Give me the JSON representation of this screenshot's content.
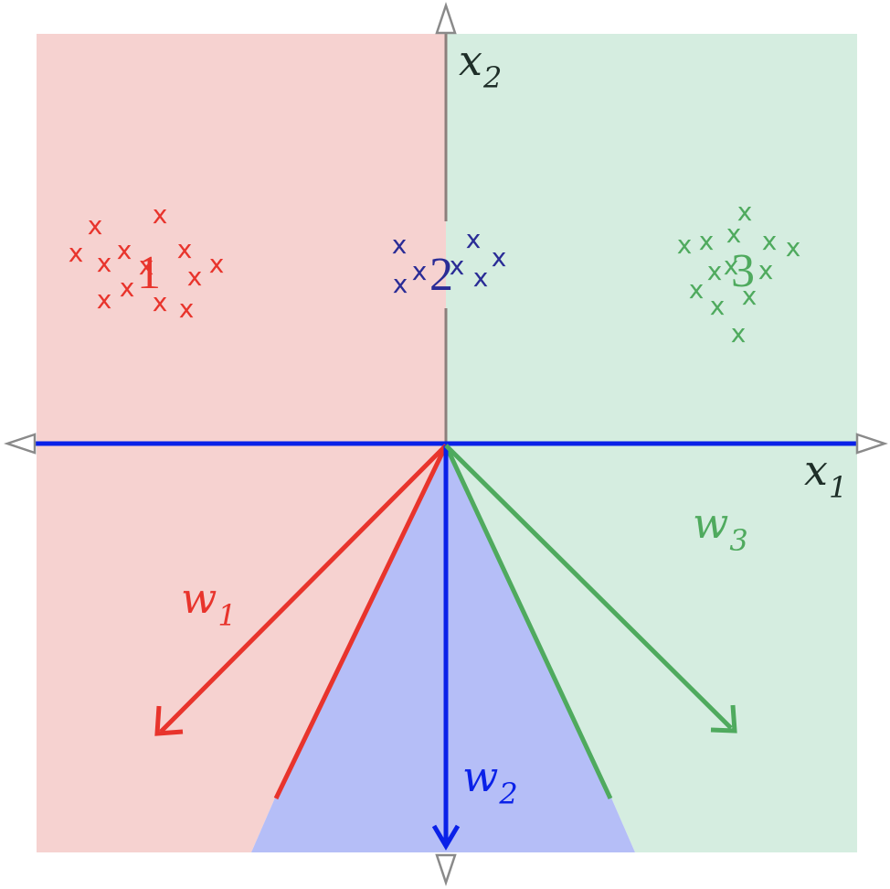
{
  "axes": {
    "x_label": "x",
    "x_sub": "1",
    "y_label": "x",
    "y_sub": "2"
  },
  "colors": {
    "region1": "#f6d2d0",
    "region2": "#b5bef7",
    "region3": "#d5ede0",
    "class1": "#e8342c",
    "class2": "#2a2c96",
    "class3": "#4faa5e",
    "w1": "#e8342c",
    "w2": "#0a21e8",
    "w3": "#4faa5e",
    "x_axis": "#0a21e8",
    "y_axis": "#8c7f7b",
    "arrowhead": "#8a8a8a",
    "axis_label": "#1e2e28"
  },
  "clusters": [
    {
      "id": "1",
      "label": "1",
      "marker": "x",
      "count": 13
    },
    {
      "id": "2",
      "label": "2",
      "marker": "x",
      "count": 7
    },
    {
      "id": "3",
      "label": "3",
      "marker": "x",
      "count": 13
    }
  ],
  "weights": [
    {
      "id": "w1",
      "label": "w",
      "sub": "1"
    },
    {
      "id": "w2",
      "label": "w",
      "sub": "2"
    },
    {
      "id": "w3",
      "label": "w",
      "sub": "3"
    }
  ]
}
